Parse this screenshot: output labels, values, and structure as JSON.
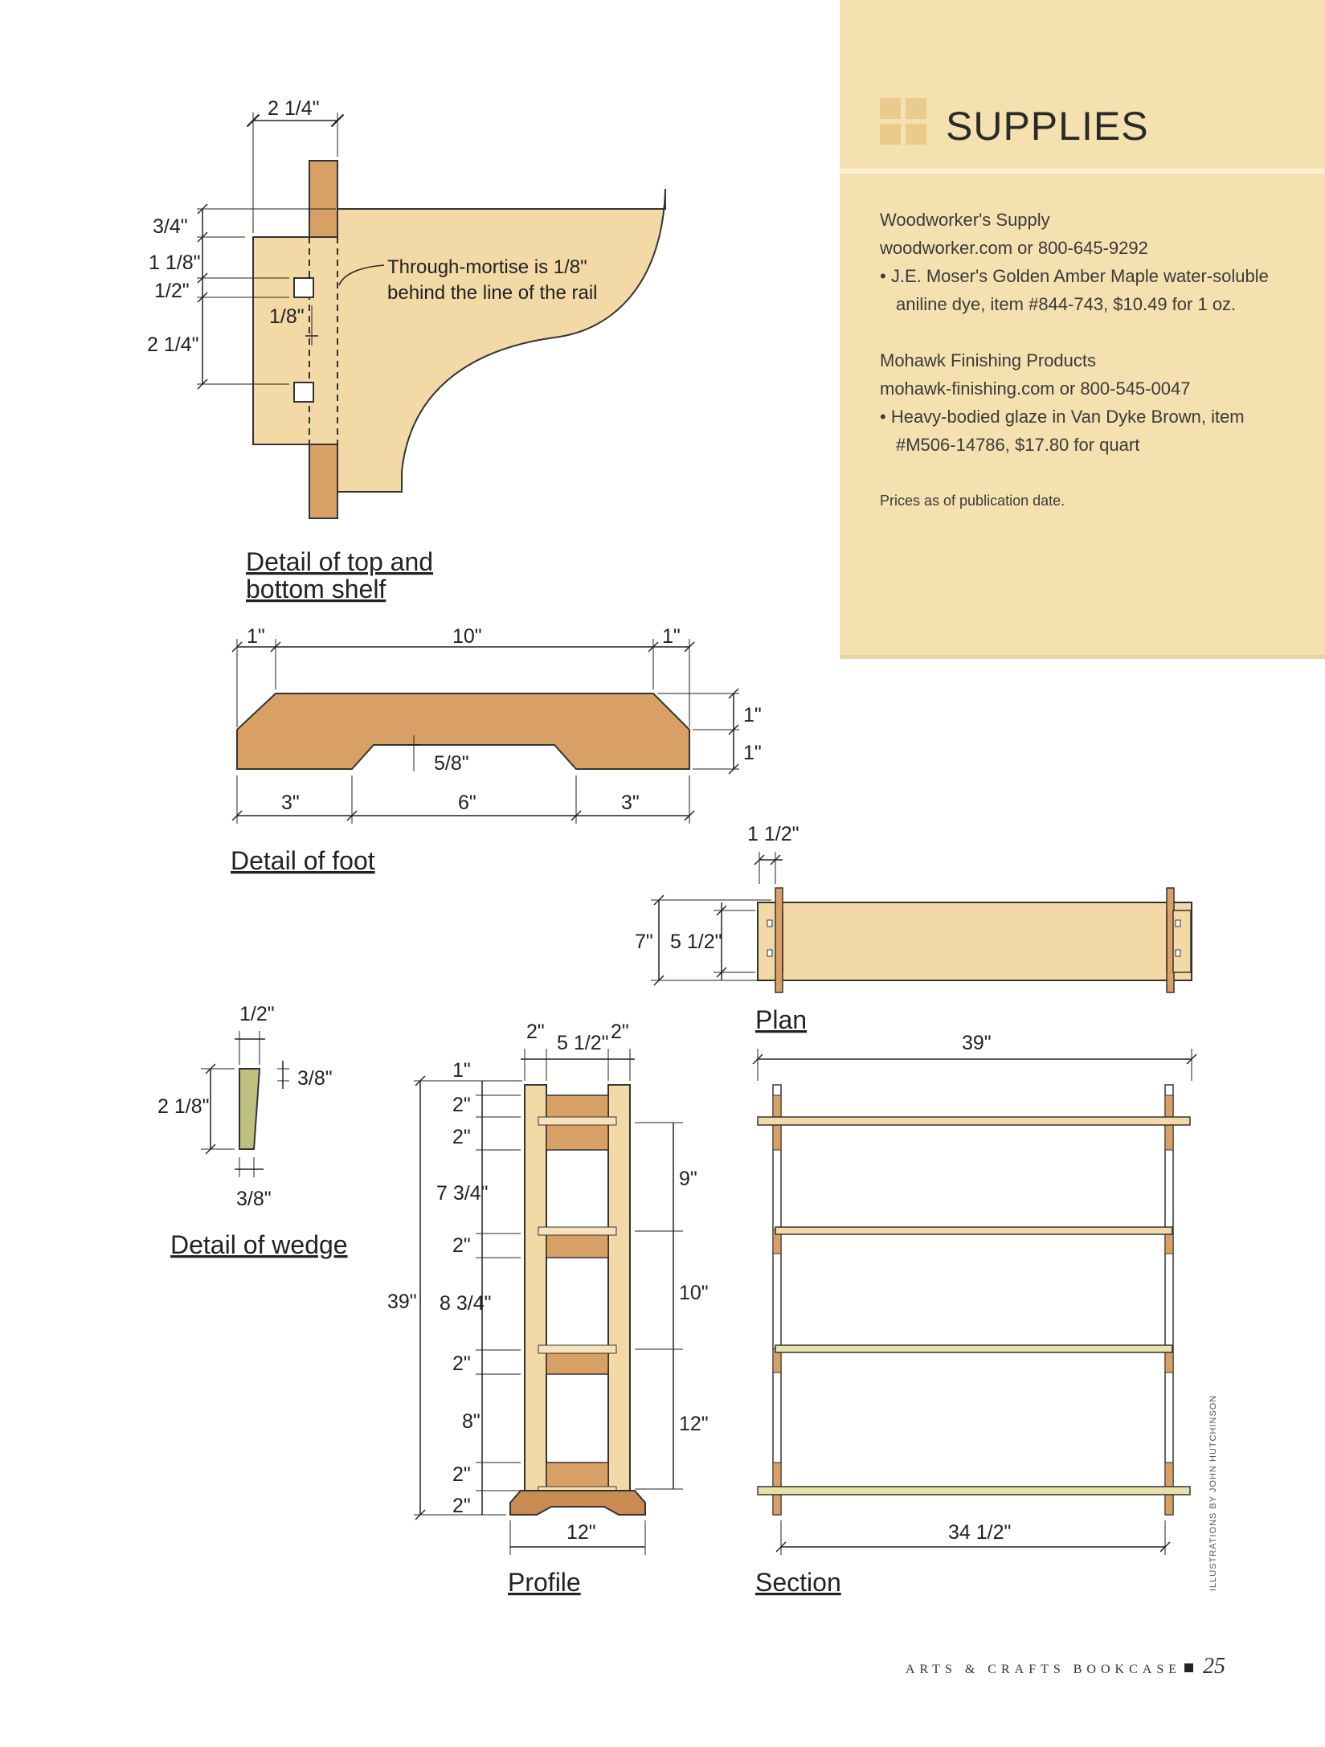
{
  "supplies": {
    "title": "SUPPLIES",
    "vendors": [
      {
        "name": "Woodworker's Supply",
        "contact": "woodworker.com or 800-645-9292",
        "items": [
          "J.E. Moser's Golden Amber Maple water-soluble aniline dye, item #844-743, $10.49 for 1 oz."
        ]
      },
      {
        "name": "Mohawk Finishing Products",
        "contact": "mohawk-finishing.com or 800-545-0047",
        "items": [
          "Heavy-bodied glaze in Van Dyke Brown, item #M506-14786, $17.80 for quart"
        ]
      }
    ],
    "note": "Prices as of publication date."
  },
  "shelf_detail": {
    "caption_line1": "Detail of top and",
    "caption_line2": "bottom shelf",
    "annotation_line1": "Through-mortise is 1/8\"",
    "annotation_line2": "behind the line of the rail",
    "dims": {
      "width": "2 1/4\"",
      "d1": "3/4\"",
      "d2": "1 1/8\"",
      "d3": "1/2\"",
      "d4": "2 1/4\"",
      "offset": "1/8\""
    }
  },
  "foot_detail": {
    "caption": "Detail of foot",
    "dims": {
      "end_l": "1\"",
      "middle": "10\"",
      "end_r": "1\"",
      "h1": "1\"",
      "h2": "1\"",
      "notch": "5/8\"",
      "b1": "3\"",
      "b2": "6\"",
      "b3": "3\""
    }
  },
  "plan": {
    "caption": "Plan",
    "dims": {
      "post": "1 1/2\"",
      "outer": "7\"",
      "inner": "5 1/2\""
    }
  },
  "wedge_detail": {
    "caption": "Detail of wedge",
    "dims": {
      "top": "1/2\"",
      "taper": "3/8\"",
      "height": "2 1/8\"",
      "bottom": "3/8\""
    }
  },
  "profile": {
    "caption": "Profile",
    "dims": {
      "top_l": "2\"",
      "top_m": "5 1/2\"",
      "top_r": "2\"",
      "overall": "39\"",
      "bottom": "12\"",
      "left": [
        "1\"",
        "2\"",
        "2\"",
        "7 3/4\"",
        "2\"",
        "8 3/4\"",
        "2\"",
        "8\"",
        "2\"",
        "2\""
      ],
      "right": [
        "9\"",
        "10\"",
        "12\""
      ]
    }
  },
  "section": {
    "caption": "Section",
    "dims": {
      "overall": "39\"",
      "inner": "34 1/2\""
    }
  },
  "credit": "ILLUSTRATIONS BY JOHN HUTCHINSON",
  "footer": {
    "title": "ARTS & CRAFTS BOOKCASE",
    "page": "25"
  },
  "colors": {
    "wood_light": "#f2d9a6",
    "wood_mid": "#d9a066",
    "wood_dark": "#c98b52",
    "panel": "#f5e1b0"
  }
}
